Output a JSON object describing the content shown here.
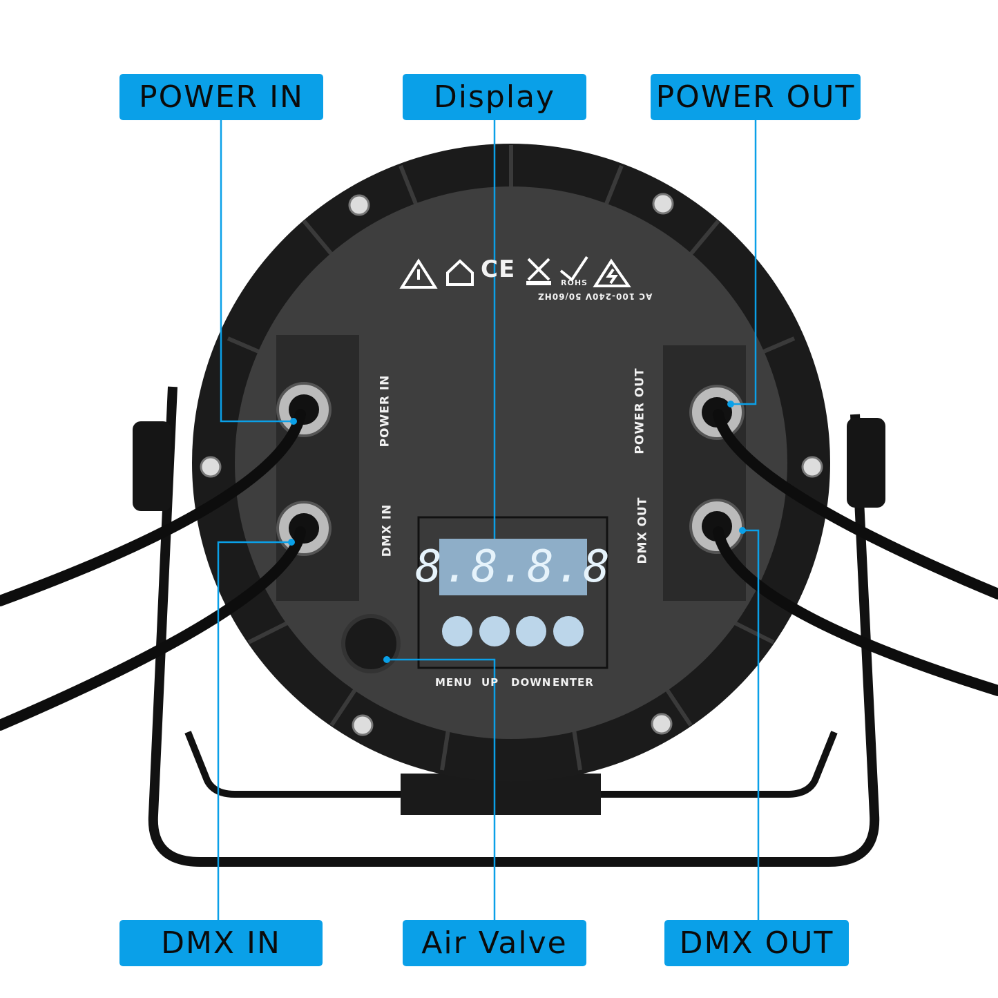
{
  "callouts": {
    "power_in": "POWER IN",
    "display": "Display",
    "power_out": "POWER OUT",
    "dmx_in": "DMX IN",
    "air_valve": "Air Valve",
    "dmx_out": "DMX OUT"
  },
  "device": {
    "port_labels": {
      "power_in": "POWER IN",
      "dmx_in": "DMX IN",
      "power_out": "POWER OUT",
      "dmx_out": "DMX OUT"
    },
    "display_readout": "8.8.8.8",
    "buttons": [
      "MENU",
      "UP",
      "DOWN",
      "ENTER"
    ],
    "rating": "AC 100-240V 50/60HZ",
    "rohs": "ROHS",
    "ce": "CE"
  },
  "colors": {
    "accent": "#0aa0e8",
    "body": "#2a2a2a",
    "plate": "#4a4a4a"
  }
}
